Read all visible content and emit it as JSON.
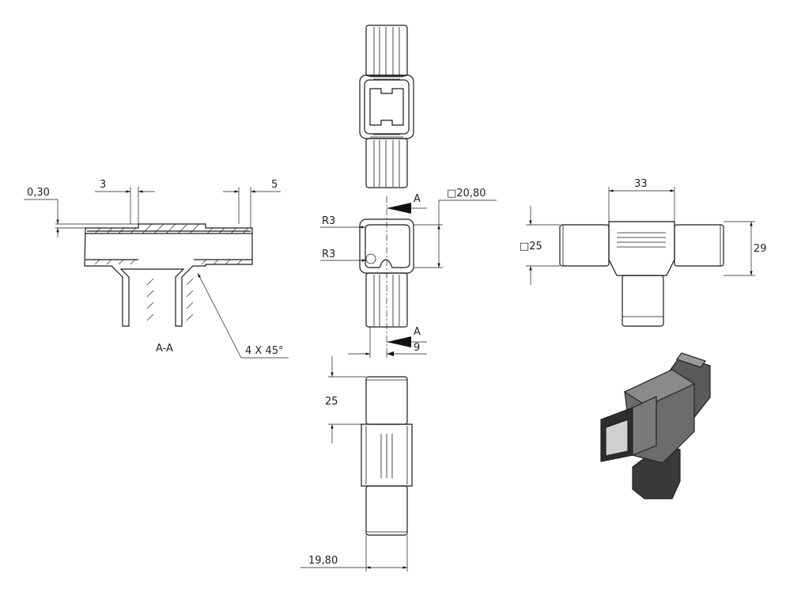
{
  "section_view": {
    "label": "A-A",
    "dim_wall": "0,30",
    "dim_left": "3",
    "dim_right": "5",
    "chamfer_note": "4 X 45°"
  },
  "front_view": {
    "radius_top": "R3",
    "radius_bottom": "R3",
    "section_arrow_top": "A",
    "section_arrow_bottom": "A",
    "dim_square": "□20,80",
    "dim_offset": "9"
  },
  "side_view": {
    "dim_width": "33",
    "dim_square": "□25",
    "dim_height": "29"
  },
  "bottom_view": {
    "dim_length": "25",
    "dim_width": "19,80"
  }
}
